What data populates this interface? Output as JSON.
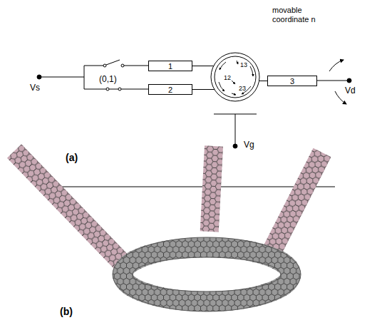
{
  "diagram": {
    "nodes": [
      {
        "text": [
          "1"
        ]
      },
      {
        "text": [
          "2"
        ]
      },
      {
        "text": [
          "13",
          "12",
          "23"
        ]
      },
      {
        "text": [
          "3"
        ]
      }
    ],
    "edges": [
      {
        "from": 0,
        "to": 2,
        "arrow": "none"
      },
      {
        "from": 1,
        "to": 2,
        "arrow": "none"
      },
      {
        "from": 2,
        "to": 3,
        "arrow": "none"
      }
    ],
    "labels": [
      "Vs",
      "(0,1)",
      "movable coordinate n",
      "Vd",
      "Vg",
      "(a)",
      "(b)"
    ]
  }
}
